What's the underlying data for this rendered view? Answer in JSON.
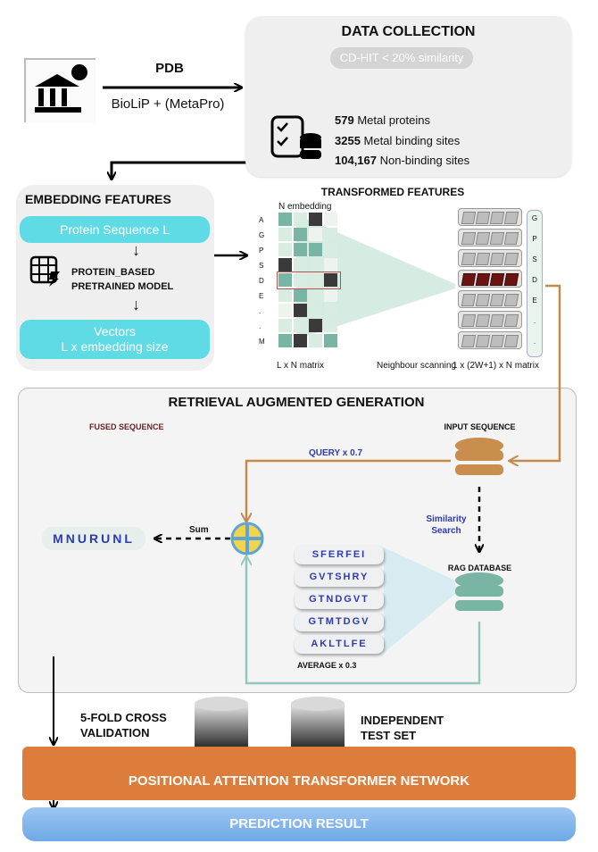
{
  "source": {
    "db_title": "PDB",
    "db_subtitle": "BioLiP + (MetaPro)"
  },
  "data_collection": {
    "title": "DATA COLLECTION",
    "filter_label": "CD-HIT < 20% similarity",
    "stats": [
      {
        "value": "579",
        "label": "Metal proteins"
      },
      {
        "value": "3255",
        "label": "Metal binding sites"
      },
      {
        "value": "104,167",
        "label": "Non-binding sites"
      }
    ]
  },
  "embedding": {
    "title": "EMBEDDING FEATURES",
    "input_label": "Protein Sequence L",
    "model_label_1": "PROTEIN_BASED",
    "model_label_2": "PRETRAINED MODEL",
    "vectors_label_1": "Vectors",
    "vectors_label_2": "L x embedding size"
  },
  "transformed": {
    "title": "TRANSFORMED FEATURES",
    "n_embedding": "N embedding",
    "row_letters": [
      "A",
      "G",
      "P",
      "S",
      "D",
      "E",
      ".",
      ".",
      "M"
    ],
    "right_letters": [
      "G",
      "P",
      "S",
      "D",
      "E",
      ".",
      "."
    ],
    "matrix_label": "L x N matrix",
    "scan_label": "Neighbour scanning",
    "window_label": "1 x (2W+1) x N matrix"
  },
  "rag": {
    "title": "RETRIEVAL AUGMENTED GENERATION",
    "fused_label": "FUSED SEQUENCE",
    "input_seq_label": "INPUT SEQUENCE",
    "query_label": "QUERY x 0.7",
    "similarity_1": "Similarity",
    "similarity_2": "Search",
    "db_label": "RAG DATABASE",
    "average_label": "AVERAGE x 0.3",
    "sum_label": "Sum",
    "fused_output": "MNURUNL",
    "retrieved": [
      "SFERFEI",
      "GVTSHRY",
      "GTNDGVT",
      "GTMTDGV",
      "AKLTLFE"
    ]
  },
  "bottom": {
    "cv_1": "5-FOLD CROSS",
    "cv_2": "VALIDATION",
    "test_1": "INDEPENDENT",
    "test_2": "TEST SET",
    "network_label": "POSITIONAL ATTENTION TRANSFORMER NETWORK",
    "result_label": "PREDICTION RESULT"
  },
  "colors": {
    "cyan": "#5fdbe6",
    "teal": "#78b5a4",
    "dark_teal": "#3f7f6d",
    "dark_red": "#6b1414",
    "orange": "#dc7d3c",
    "tan_arrow": "#c28a4b",
    "mint_arrow": "#93c8bd",
    "navy_text": "#2e3bb0",
    "maroon_text": "#6a1f1f",
    "blue_result": "#7fb3ea"
  }
}
